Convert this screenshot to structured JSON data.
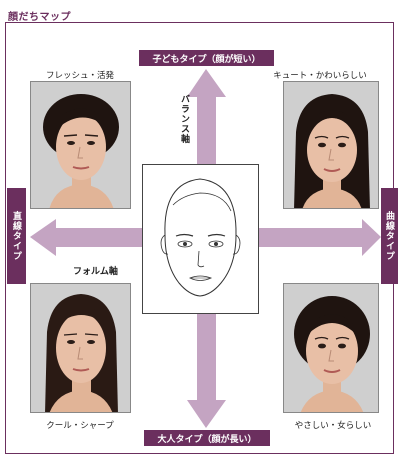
{
  "title": "顔だちマップ",
  "axes": {
    "top": "子どもタイプ（顔が短い）",
    "bottom": "大人タイプ（顔が長い）",
    "left": "直線タイプ",
    "right": "曲線タイプ",
    "vertical_name": "バランス軸",
    "horizontal_name": "フォルム軸"
  },
  "quadrants": {
    "top_left": "フレッシュ・活発",
    "top_right": "キュート・かわいらしい",
    "bottom_left": "クール・シャープ",
    "bottom_right": "やさしい・女らしい"
  },
  "colors": {
    "accent": "#6b2f5e",
    "arrow": "#c4a4c2",
    "photo_bg": "#cfcfcf",
    "skin": "#e8bfa6",
    "hair": "#1f1410"
  }
}
